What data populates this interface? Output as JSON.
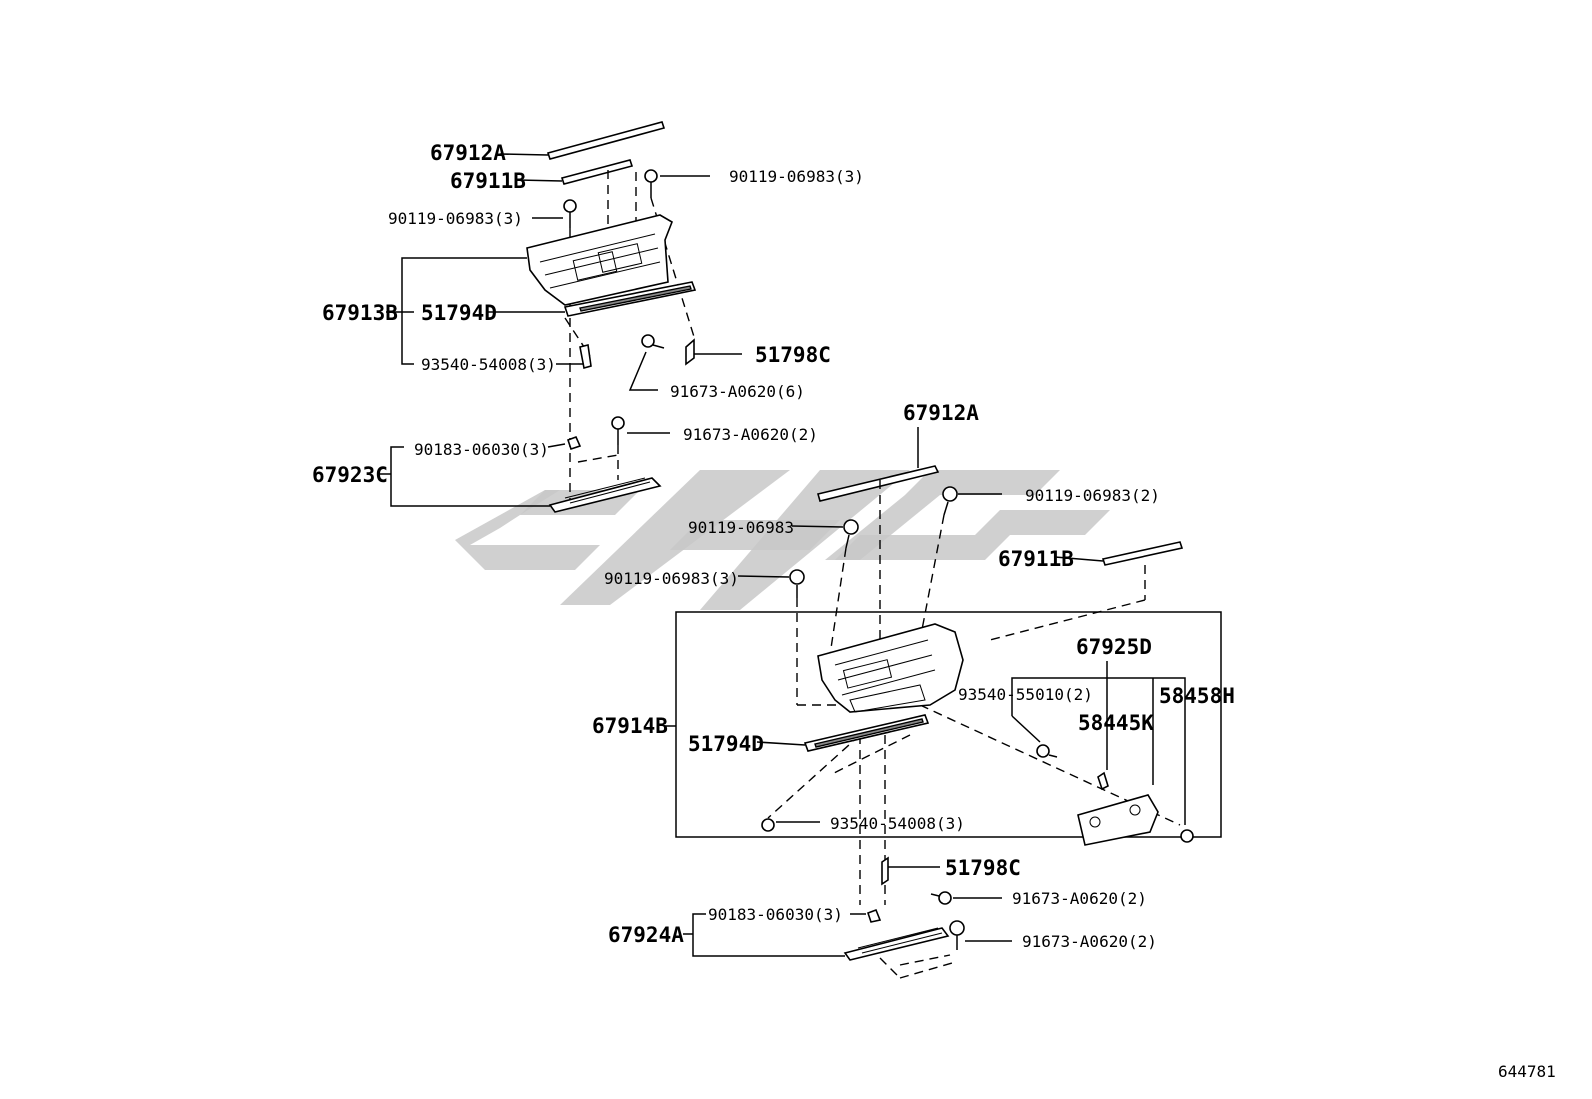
{
  "callouts": {
    "c1": "67912A",
    "c2": "67911B",
    "c3": "90119-06983(3)",
    "c4": "90119-06983(3)",
    "c5": "67913B",
    "c6": "51794D",
    "c7": "93540-54008(3)",
    "c8": "51798C",
    "c9": "91673-A0620(6)",
    "c10": "90183-06030(3)",
    "c11": "91673-A0620(2)",
    "c12": "67923C",
    "c13": "67912A",
    "c14": "90119-06983(2)",
    "c15": "90119-06983",
    "c16": "67911B",
    "c17": "90119-06983(3)",
    "c18": "67925D",
    "c19": "93540-55010(2)",
    "c20": "58445K",
    "c21": "58458H",
    "c22": "67914B",
    "c23": "51794D",
    "c24": "93540-54008(3)",
    "c25": "51798C",
    "c26": "91673-A0620(2)",
    "c27": "90183-06030(3)",
    "c28": "67924A",
    "c29": "91673-A0620(2)"
  },
  "diagram_id": "644781",
  "colors": {
    "line": "#000000",
    "watermark": "#c8c8c8",
    "background": "#ffffff"
  }
}
